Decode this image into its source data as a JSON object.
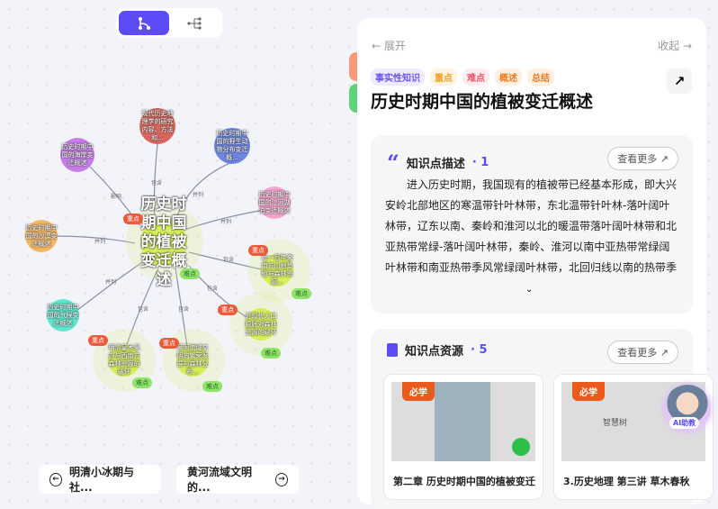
{
  "view_toggle": {
    "active": "mindmap",
    "options": [
      "mindmap-view",
      "tree-view"
    ]
  },
  "mindmap": {
    "center": "历史时期中国的植被变迁概述",
    "nodes": [
      "现代历史地理学的研究内容、方法和...",
      "历史时期中国的野生动物分布变迁概...",
      "历史时期中国的海岸变迁概述",
      "历史时期中国的江河湖泊变迁概述",
      "历史时期中国的沙漠变迁概述",
      "历史时期中国的气候变迁概述",
      "近一百年来南方山地垦殖与森林资源...",
      "近现代人口膨胀对森林资源的破坏",
      "明清皇木采办与西南方森林资源的破坏",
      "黄河流域文明的繁荣发展与森林分布..."
    ],
    "edge_labels": {
      "contains": "包含",
      "parallel": "并列",
      "affects": "影响"
    },
    "badges": {
      "key": "重点",
      "hard": "难点"
    }
  },
  "nav": {
    "prev": "明清小冰期与社...",
    "next": "黄河流域文明的..."
  },
  "panel": {
    "expand": "展开",
    "collapse": "收起",
    "tags": [
      "事实性知识",
      "重点",
      "难点",
      "概述",
      "总结"
    ],
    "title": "历史时期中国的植被变迁概述",
    "description": {
      "heading": "知识点描述",
      "count": "· 1",
      "more": "查看更多",
      "text": "进入历史时期，我国现有的植被带已经基本形成，即大兴安岭北部地区的寒温带针叶林带，东北温带针叶林-落叶阔叶林带，辽东以南、秦岭和淮河以北的暖温带落叶阔叶林带和北亚热带常绿-落叶阔叶林带，秦岭、淮河以南中亚热带常绿阔叶林带和南亚热带季风常绿阔叶林带，北回归线以南的热带季"
    },
    "resources": {
      "heading": "知识点资源",
      "count": "· 5",
      "more": "查看更多",
      "items": [
        {
          "badge": "必学",
          "title": "第二章 历史时期中国的植被变迁"
        },
        {
          "badge": "必学",
          "title": "3.历史地理 第三讲 草木春秋",
          "logo": "智慧树"
        }
      ]
    }
  },
  "ai_assistant": "AI助教",
  "colors": {
    "accent": "#5b4cf5",
    "key": "#ec5a3c",
    "hard": "#8fe36a"
  }
}
